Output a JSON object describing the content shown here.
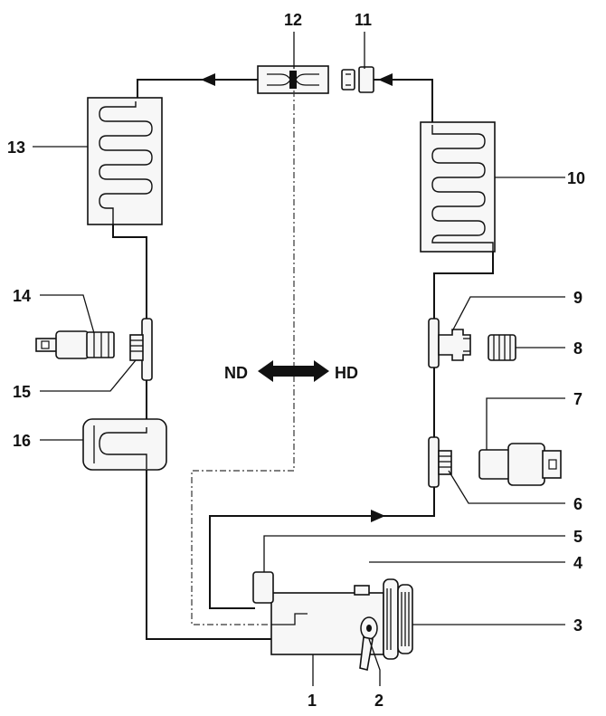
{
  "callouts": {
    "c1": "1",
    "c2": "2",
    "c3": "3",
    "c4": "4",
    "c5": "5",
    "c6": "6",
    "c7": "7",
    "c8": "8",
    "c9": "9",
    "c10": "10",
    "c11": "11",
    "c12": "12",
    "c13": "13",
    "c14": "14",
    "c15": "15",
    "c16": "16"
  },
  "flow": {
    "low_pressure": "ND",
    "high_pressure": "HD"
  },
  "colors": {
    "line": "#111111",
    "component_fill": "#f7f7f7",
    "background": "#ffffff"
  }
}
